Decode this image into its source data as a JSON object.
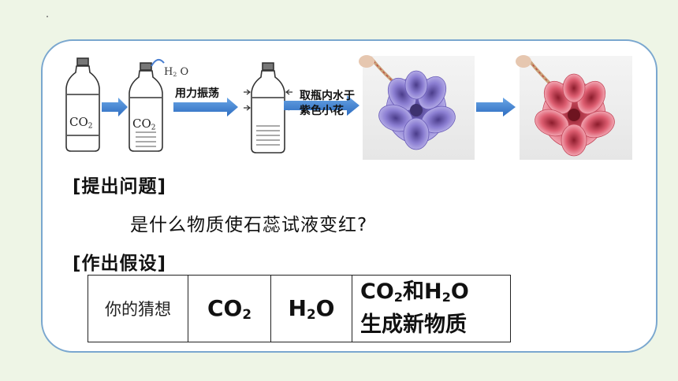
{
  "experiment": {
    "bottle1_label": "CO",
    "bottle1_sub": "2",
    "bottle2_label": "CO",
    "bottle2_sub": "2",
    "water_label": "H",
    "water_sub": "2",
    "water_tail": " O",
    "step1": "用力振荡",
    "step2_line1": "取瓶内水于",
    "step2_line2": "紫色小花"
  },
  "sections": {
    "question_heading": "[提出问题]",
    "question_text": "是什么物质使石蕊试液变红?",
    "hypothesis_heading": "[作出假设]"
  },
  "table": {
    "guess_label": "你的猜想",
    "option1_main": "CO",
    "option1_sub": "2",
    "option2_main": "H",
    "option2_sub": "2",
    "option2_tail": "O",
    "option3_line1_a": "CO",
    "option3_line1_sub1": "2",
    "option3_line1_b": "和H",
    "option3_line1_sub2": "2",
    "option3_line1_c": "O",
    "option3_line2": "生成新物质"
  },
  "colors": {
    "background": "#eef5e6",
    "border": "#7aa7cf",
    "arrow": "#3f7fd0",
    "purple_flower": "#7a6cc4",
    "red_flower": "#d45a6a"
  }
}
